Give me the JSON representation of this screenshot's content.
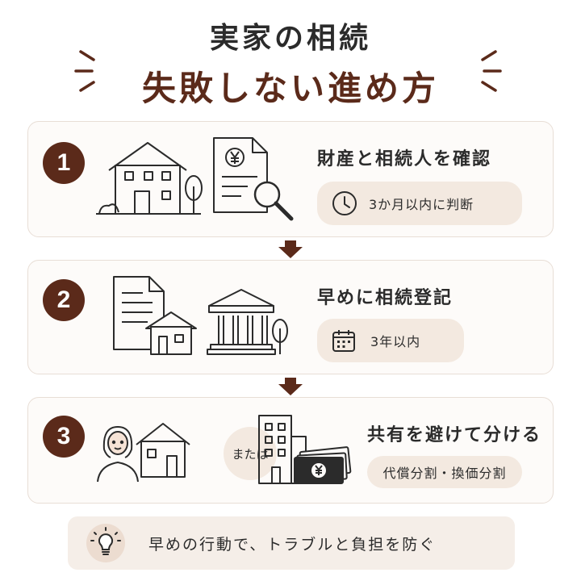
{
  "title": {
    "line1": "実家の相続",
    "line2": "失敗しない進め方"
  },
  "colors": {
    "accent": "#5b2a1a",
    "card_bg": "#fdfbf9",
    "card_border": "#e8ded6",
    "pill_bg": "#f3e9e0",
    "text": "#2b2b2b"
  },
  "steps": [
    {
      "number": "1",
      "title": "財産と相続人を確認",
      "note": "3か月以内に判断",
      "note_icon": "clock-icon",
      "icons": [
        "house-icon",
        "tree-icon",
        "yen-document-icon",
        "magnifier-icon"
      ]
    },
    {
      "number": "2",
      "title": "早めに相続登記",
      "note": "3年以内",
      "note_icon": "calendar-icon",
      "icons": [
        "document-icon",
        "house-icon",
        "government-building-icon",
        "tree-icon"
      ]
    },
    {
      "number": "3",
      "title": "共有を避けて分ける",
      "note": "代償分割・換価分割",
      "or_label": "または",
      "icons": [
        "person-icon",
        "house-icon",
        "apartment-building-icon",
        "yen-banknotes-icon"
      ]
    }
  ],
  "footer": {
    "text": "早めの行動で、トラブルと負担を防ぐ",
    "icon": "lightbulb-icon"
  }
}
